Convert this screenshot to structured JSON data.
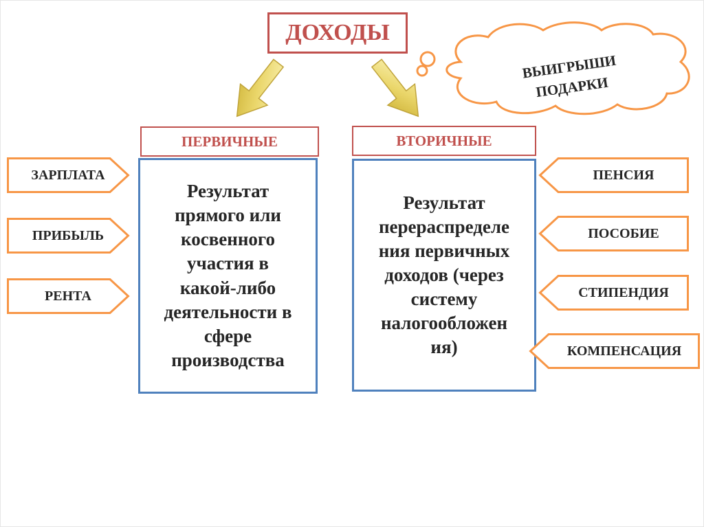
{
  "title": "ДОХОДЫ",
  "cloud": {
    "line1": "ВЫИГРЫШИ",
    "line2": "ПОДАРКИ"
  },
  "primary": {
    "header": "ПЕРВИЧНЫЕ",
    "lines": [
      "Результат",
      "прямого или",
      "косвенного",
      "участия в",
      "какой-либо",
      "деятельности в",
      "сфере",
      "производства"
    ],
    "items": [
      "ЗАРПЛАТА",
      "ПРИБЫЛЬ",
      "РЕНТА"
    ]
  },
  "secondary": {
    "header": "ВТОРИЧНЫЕ",
    "lines": [
      "Результат",
      "перераспределе",
      "ния первичных",
      "доходов (через",
      "систему",
      "налогообложен",
      "ия)"
    ],
    "items": [
      "ПЕНСИЯ",
      "ПОСОБИЕ",
      "СТИПЕНДИЯ",
      "КОМПЕНСАЦИЯ"
    ]
  },
  "colors": {
    "accent_red": "#c0504d",
    "box_blue": "#4f81bd",
    "tag_orange": "#f79646",
    "arrow_gold": "#e6cf5a",
    "text": "#262626"
  }
}
